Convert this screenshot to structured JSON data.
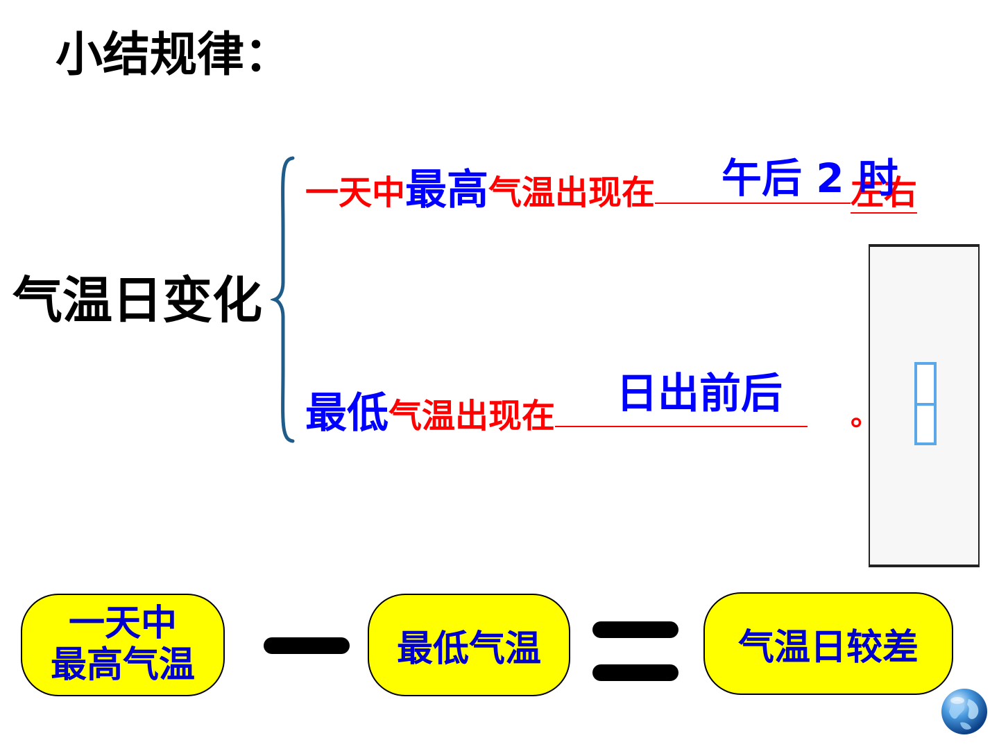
{
  "title": "小结规律：",
  "main_label": "气温日变化",
  "line1": {
    "part1": "一天中",
    "part2": "最高",
    "part3": "气温出现在",
    "answer": "午后 2 时",
    "suffix": "左右"
  },
  "line2": {
    "part1": "最低",
    "part2": "气温出现在",
    "answer": "日出前后",
    "period": "。"
  },
  "formula": {
    "box1_line1": "一天中",
    "box1_line2": "最高气温",
    "box2": "最低气温",
    "box3": "气温日较差"
  },
  "colors": {
    "red_text": "#ff0000",
    "blue_text": "#0000ff",
    "pill_fill": "#ffff00",
    "brace": "#1f5c8a"
  },
  "icons": {
    "brace": "left-curly-brace",
    "minus": "minus-sign",
    "equals": "equals-sign",
    "globe": "globe-icon"
  }
}
